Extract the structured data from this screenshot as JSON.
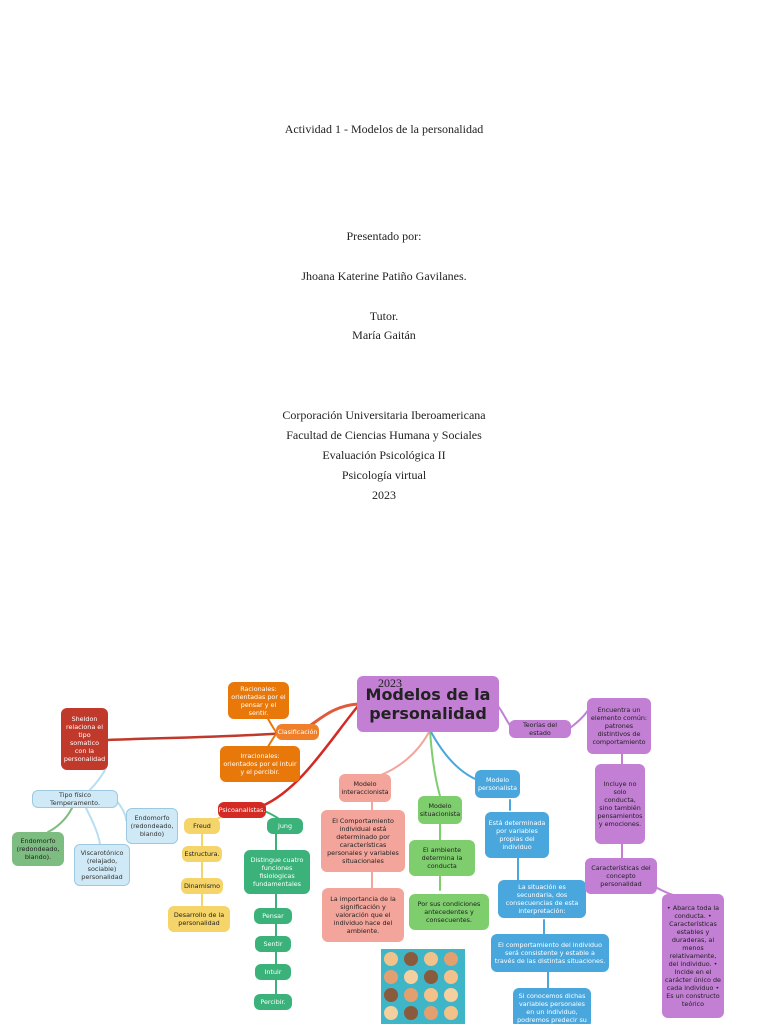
{
  "cover": {
    "title": "Actividad 1 - Modelos de la personalidad",
    "presented_by": "Presentado por:",
    "author": "Jhoana Katerine Patiño Gavilanes.",
    "tutor_label": "Tutor.",
    "tutor_name": "María Gaitán",
    "institution": "Corporación Universitaria Iberoamericana",
    "faculty": "Facultad de Ciencias Humana y Sociales",
    "course": "Evaluación Psicológica II",
    "program": "Psicología virtual",
    "year": "2023"
  },
  "mindmap": {
    "year_overlay": "2023",
    "central": "Modelos de la personalidad",
    "clasificacion": "Clasificación",
    "racionales": "Racionales: orientadas por el pensar y el sentir.",
    "irracionales": "Irracionales: orientados por el intuir y el percibir.",
    "sheldon": "Sheldon relaciona el tipo somatico con la personalidad",
    "tipo_fisico": "Tipo físico Temperamento.",
    "endomorfo_right": "Endomorfo (redondeado, blando)",
    "endomorfo_left": "Endomorfo (redondeado, blando).",
    "viscerotonico": "Viscarotónico (relajado, sociable) personalidad",
    "psicoanalistas": "Psicoanalistas.",
    "freud": "Freud",
    "estructura": "Estructura.",
    "dinamismo": "Dinamismo",
    "desarrollo": "Desarrollo de la personalidad",
    "jung": "Jung",
    "funciones": "Distingue cuatro funciones fisiologicas fundamentales",
    "pensar": "Pensar",
    "sentir": "Sentir",
    "intuir": "Intuir",
    "percibir": "Percibir.",
    "interaccionista": "Modelo interaccionista",
    "inter_1": "El Comportamiento individual está determinado por características personales y variables situacionales",
    "inter_2": "La importancia de la significación y valoración que el individuo hace del ambiente.",
    "situacionista": "Modelo situacionista",
    "sit_1": "El ambiente determina la conducta",
    "sit_2": "Por sus condiciones antecedentes y consecuentes.",
    "personalista": "Modelo personalista",
    "pers_1": "Está determinada por variables propias del individuo",
    "pers_2": "La situación es secundaria, dos consecuencias de esta interpretación:",
    "pers_3": "El comportamiento del individuo será consistente y estable a través de las distintas situaciones.",
    "pers_4": "Si conocemos dichas variables personales en un individuo, podremos predecir su",
    "teorias": "Teorías del estado",
    "encuentra": "Encuentra un elemento común: patrones distintivos de comportamiento",
    "incluye": "Incluye no solo conducta, sino también pensamientos y emociones.",
    "caracteristicas": "Características del concepto personalidad",
    "abarca": "• Abarca toda la conducta. • Características estables y duraderas, al menos relativamente, del individuo. • Incide en el carácter único de cada individuo • Es un constructo teórico"
  },
  "colors": {
    "central": "#c48bd6",
    "red": "#c0392b",
    "orange": "#e8780a",
    "purple": "#c27fd4",
    "pink": "#f3a59b",
    "green": "#7fce6d",
    "dark_green": "#3bb27a",
    "yellow": "#f5d46a",
    "light_blue": "#cfeaf6",
    "blue": "#4aa7dd"
  }
}
